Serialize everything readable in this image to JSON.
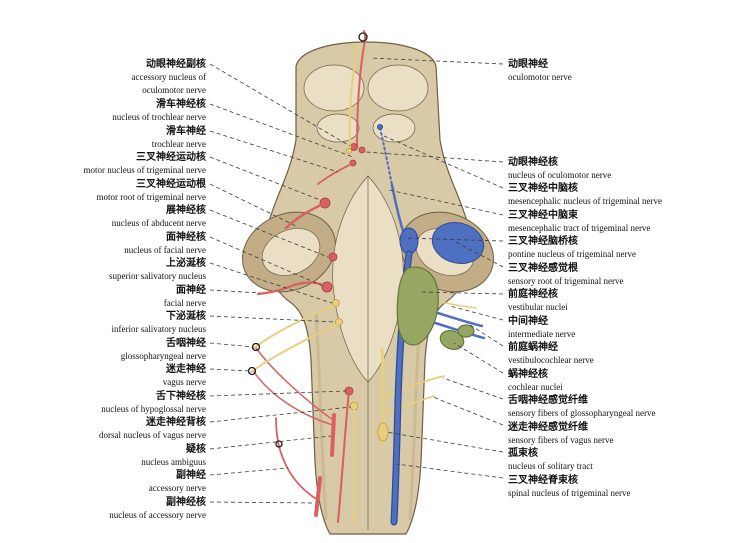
{
  "colors": {
    "motor_red": "#d96060",
    "motor_red_dark": "#a83a3a",
    "parasymp_yellow": "#e8cf7d",
    "yellow_dark": "#bd9c3c",
    "sensory_blue": "#4f6fc0",
    "blue_dark": "#2d4c96",
    "vestibular_green": "#95a763",
    "green_dark": "#65763c",
    "brainstem_fill": "#d8c9a7",
    "brainstem_shade": "#c2ad87",
    "brainstem_light": "#eadfc4",
    "outline_brown": "#6f5f45"
  },
  "left_labels": [
    {
      "zh": "动眼神经副核",
      "en": "accessory nucleus of\noculomotor nerve"
    },
    {
      "zh": "滑车神经核",
      "en": "nucleus of trochlear nerve"
    },
    {
      "zh": "滑车神经",
      "en": "trochlear nerve"
    },
    {
      "zh": "三叉神经运动核",
      "en": "motor nucleus of trigeminal nerve"
    },
    {
      "zh": "三叉神经运动根",
      "en": "motor root of trigeminal nerve"
    },
    {
      "zh": "展神经核",
      "en": "nucleus of abducent nerve"
    },
    {
      "zh": "面神经核",
      "en": "nucleus of facial nerve"
    },
    {
      "zh": "上泌涎核",
      "en": "superior salivatory nucleus"
    },
    {
      "zh": "面神经",
      "en": "facial nerve"
    },
    {
      "zh": "下泌涎核",
      "en": "inferior salivatory nucleus"
    },
    {
      "zh": "舌咽神经",
      "en": "glossopharyngeal nerve"
    },
    {
      "zh": "迷走神经",
      "en": "vagus nerve"
    },
    {
      "zh": "舌下神经核",
      "en": "nucleus of hypoglossal nerve"
    },
    {
      "zh": "迷走神经背核",
      "en": "dorsal nucleus of vagus nerve"
    },
    {
      "zh": "疑核",
      "en": "nucleus ambiguus"
    },
    {
      "zh": "副神经",
      "en": "accessory nerve"
    },
    {
      "zh": "副神经核",
      "en": "nucleus of accessory nerve"
    }
  ],
  "right_labels": [
    {
      "zh": "动眼神经",
      "en": "oculomotor nerve"
    },
    {
      "zh": "动眼神经核",
      "en": "nucleus of oculomotor nerve"
    },
    {
      "zh": "三叉神经中脑核",
      "en": "mesencephalic nucleus of trigeminal nerve"
    },
    {
      "zh": "三叉神经中脑束",
      "en": "mesencephalic tract of trigeminal nerve"
    },
    {
      "zh": "三叉神经脑桥核",
      "en": "pontine nucleus of trigeminal nerve"
    },
    {
      "zh": "三叉神经感觉根",
      "en": "sensory root of trigeminal nerve"
    },
    {
      "zh": "前庭神经核",
      "en": "vestibular nuclei"
    },
    {
      "zh": "中间神经",
      "en": "intermediate nerve"
    },
    {
      "zh": "前庭蜗神经",
      "en": "vestibulocochlear nerve"
    },
    {
      "zh": "蜗神经核",
      "en": "cochlear nuclei"
    },
    {
      "zh": "舌咽神经感觉纤维",
      "en": "sensory fibers of glossopharyngeal nerve"
    },
    {
      "zh": "迷走神经感觉纤维",
      "en": "sensory fibers of vagus nerve"
    },
    {
      "zh": "孤束核",
      "en": "nucleus of solitary tract"
    },
    {
      "zh": "三叉神经脊束核",
      "en": "spinal nucleus of trigeminal nerve"
    }
  ]
}
